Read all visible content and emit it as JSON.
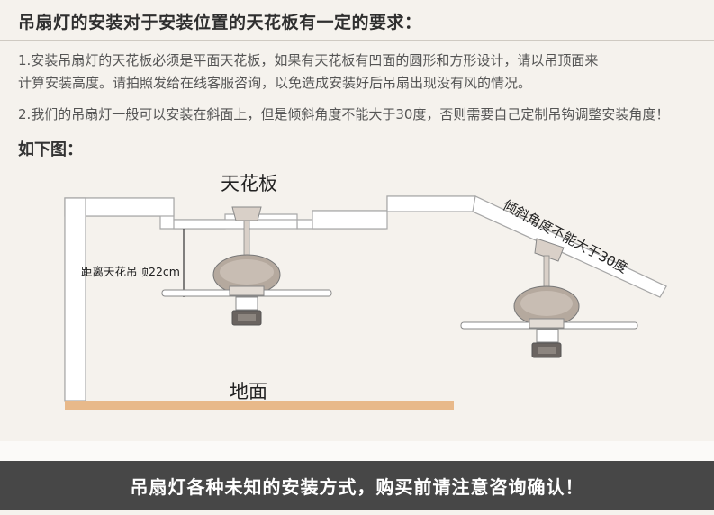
{
  "heading": "吊扇灯的安装对于安装位置的天花板有一定的要求：",
  "paragraphs": {
    "p1_line1": "1.安装吊扇灯的天花板必须是平面天花板，如果有天花板有凹面的圆形和方形设计，请以吊顶面来",
    "p1_line2": "计算安装高度。请拍照发给在线客服咨询，以免造成安装好后吊扇出现没有风的情况。",
    "p2": "2.我们的吊扇灯一般可以安装在斜面上，但是倾斜角度不能大于30度，否则需要自己定制吊钩调整安装角度！"
  },
  "subheading": "如下图：",
  "diagram": {
    "ceiling_label": "天花板",
    "floor_label": "地面",
    "distance_label": "距离天花吊顶22cm",
    "slope_label": "倾斜角度不能大于30度"
  },
  "footer": "吊扇灯各种未知的安装方式，购买前请注意咨询确认！",
  "colors": {
    "background": "#f5f2ed",
    "footer_bg": "#474747",
    "floor": "#e8b98a",
    "outline": "#9a9a9a"
  }
}
